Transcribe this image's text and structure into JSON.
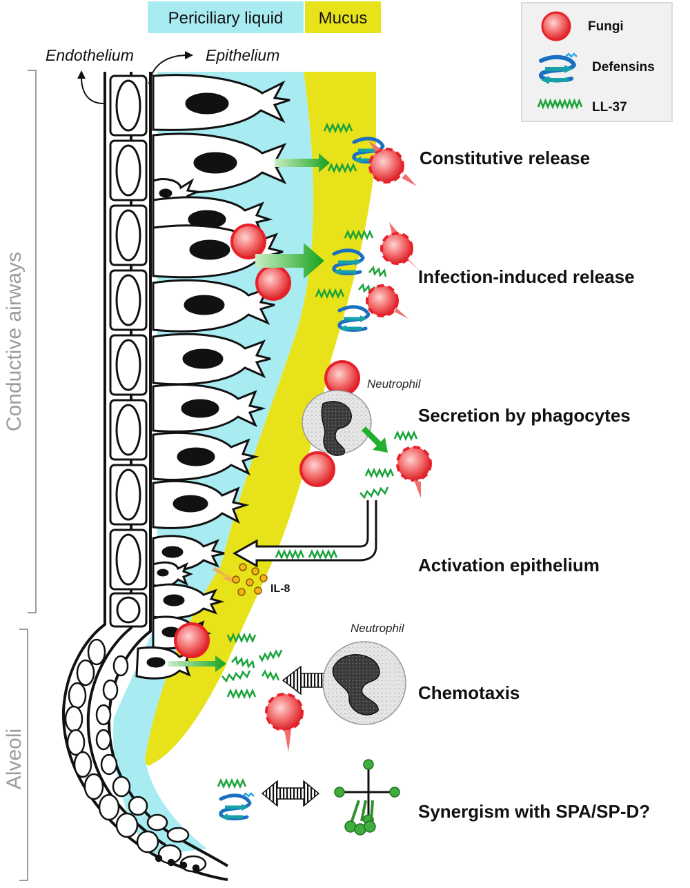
{
  "header": {
    "periciliary_label": "Periciliary liquid",
    "mucus_label": "Mucus"
  },
  "legend": {
    "items": [
      {
        "label": "Fungi",
        "icon": "fungus-icon"
      },
      {
        "label": "Defensins",
        "icon": "defensin-icon"
      },
      {
        "label": "LL-37",
        "icon": "ll37-icon"
      }
    ]
  },
  "labels": {
    "endothelium": "Endothelium",
    "epithelium": "Epithelium",
    "neutrophil_1": "Neutrophil",
    "neutrophil_2": "Neutrophil",
    "il8": "IL-8"
  },
  "regions": {
    "conductive": "Conductive airways",
    "alveoli": "Alveoli"
  },
  "steps": [
    "Constitutive release",
    "Infection-induced release",
    "Secretion by phagocytes",
    "Activation epithelium",
    "Chemotaxis",
    "Synergism with SPA/SP-D?"
  ],
  "colors": {
    "periciliary": "#a8ecf2",
    "mucus": "#e8e21a",
    "fungus": "#e8202a",
    "defensin": "#1a6fc0",
    "ll37": "#1aa33a",
    "arrow_green": "#22b02c",
    "region_text": "#9b9b9b"
  }
}
